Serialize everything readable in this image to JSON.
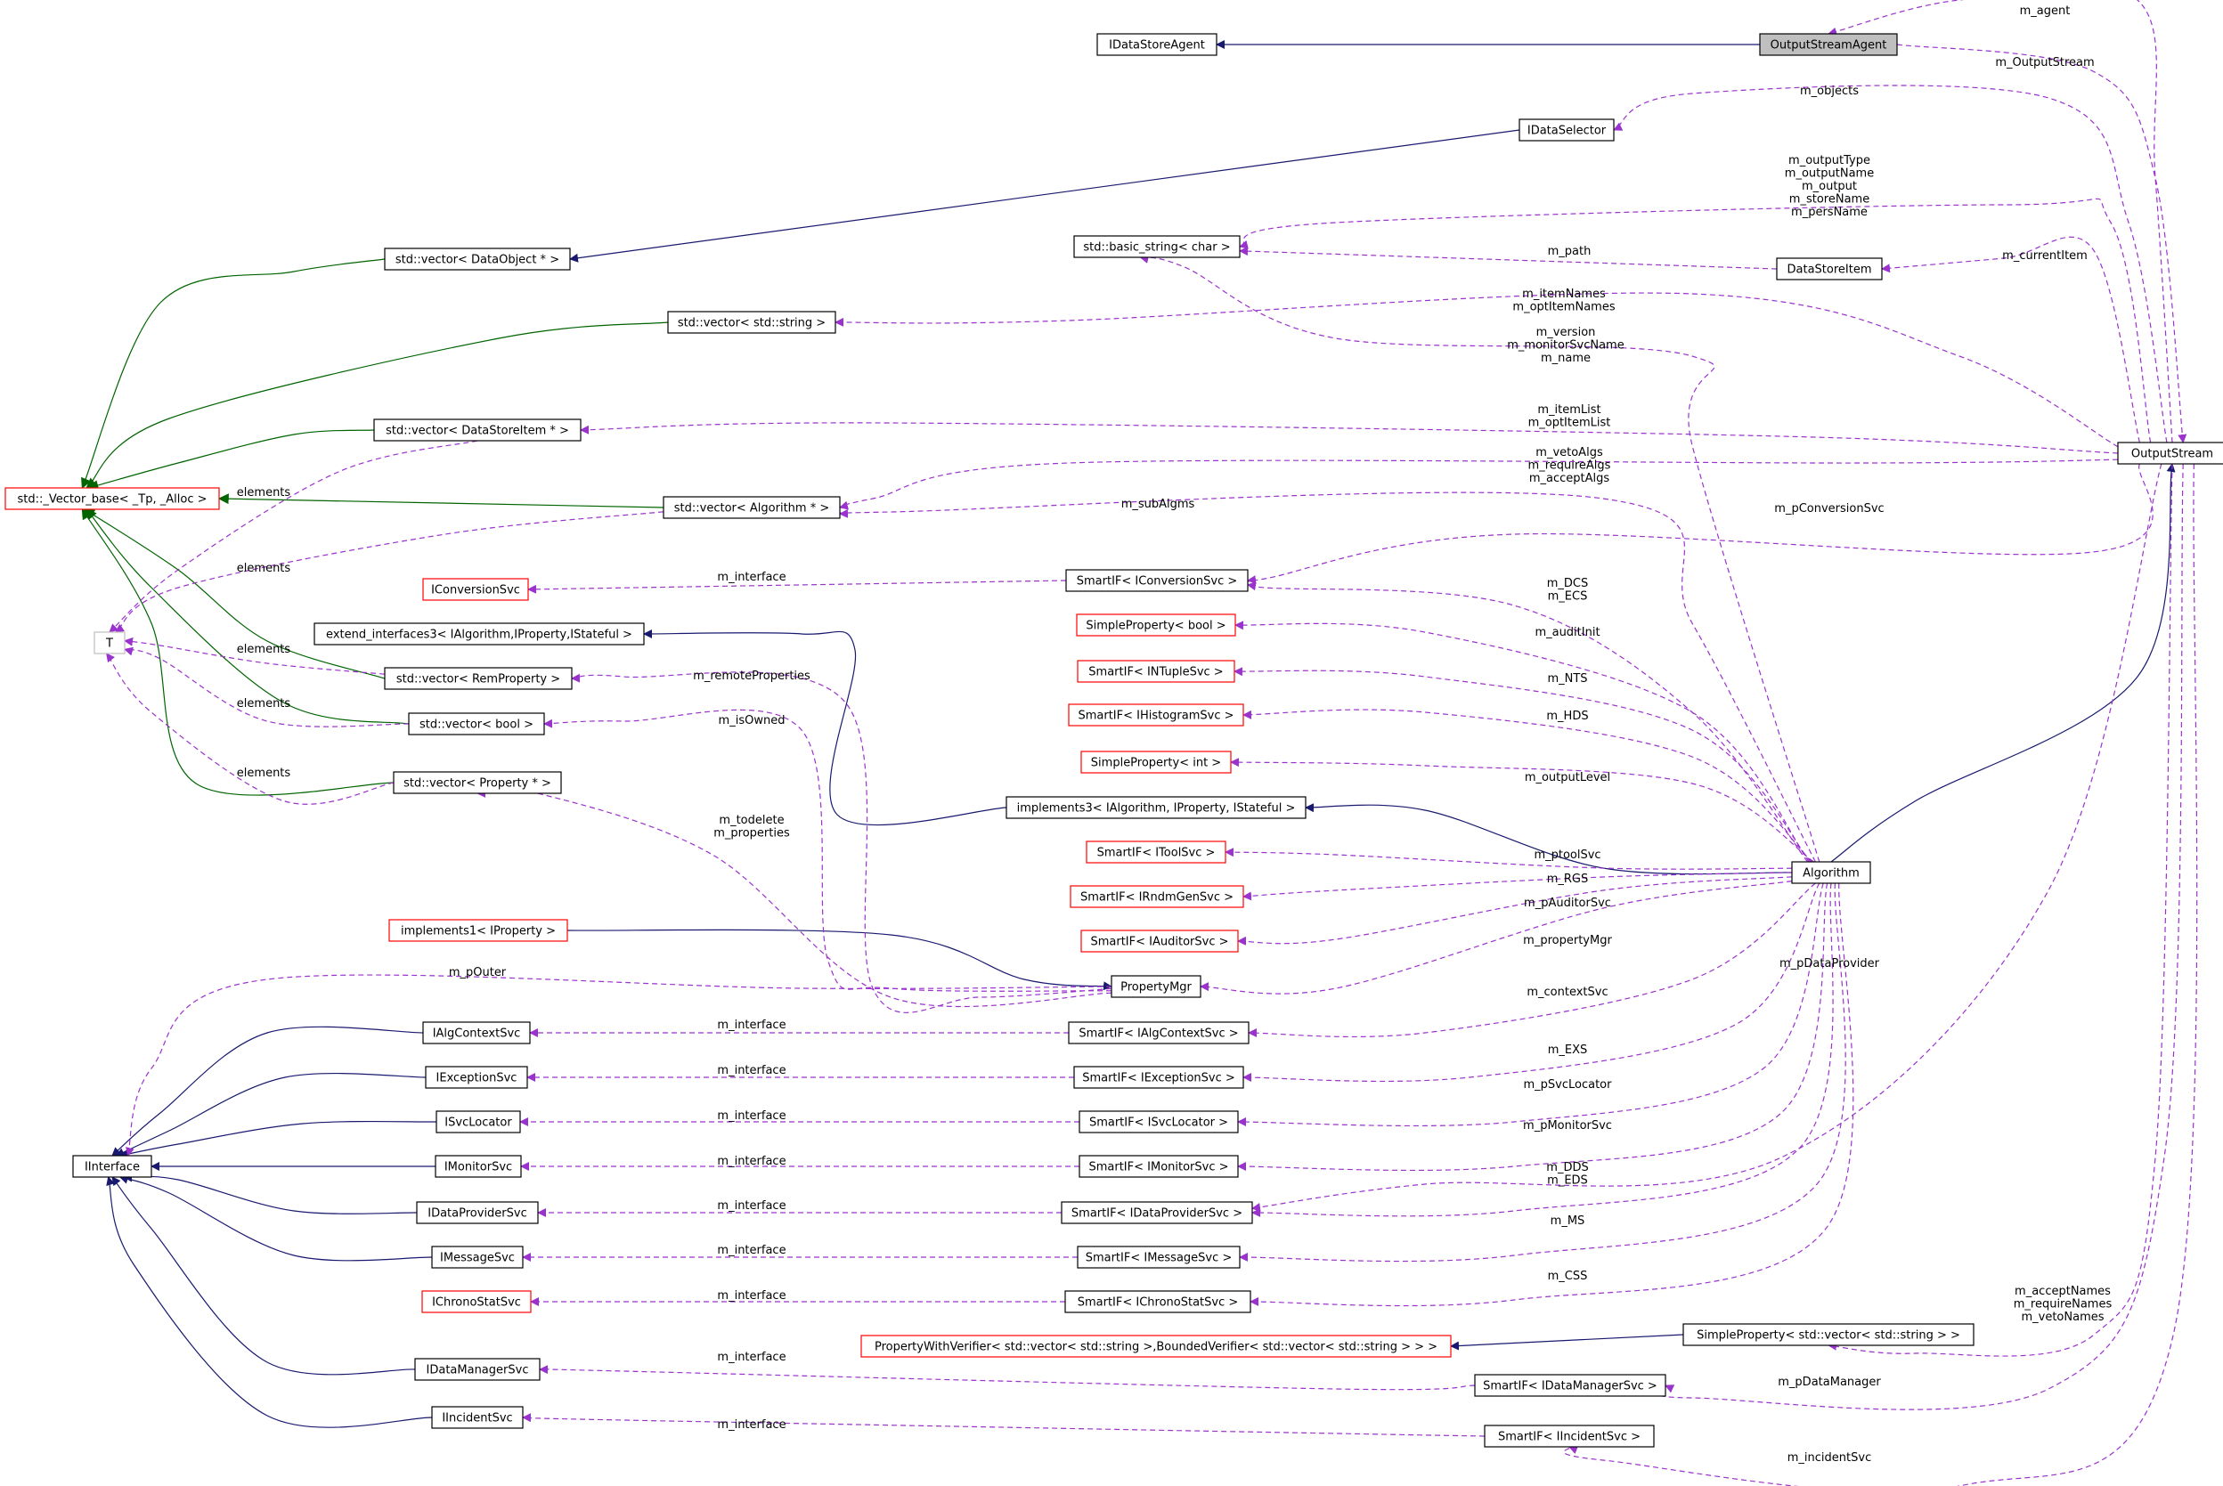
{
  "colors": {
    "node_border_normal": "#000000",
    "node_border_incomplete": "#ff0000",
    "node_fill_highlight": "#bfbfbf",
    "inheritance_public": "#191970",
    "inheritance_template": "#006400",
    "usage": "#9a32cd"
  },
  "nodes": [
    {
      "id": "IDataStoreAgent",
      "label": "IDataStoreAgent",
      "style": "normal"
    },
    {
      "id": "OutputStreamAgent",
      "label": "OutputStreamAgent",
      "style": "highlight"
    },
    {
      "id": "IDataSelector",
      "label": "IDataSelector",
      "style": "normal"
    },
    {
      "id": "vecDataObject",
      "label": "std::vector< DataObject * >",
      "style": "normal"
    },
    {
      "id": "basicString",
      "label": "std::basic_string< char >",
      "style": "normal"
    },
    {
      "id": "DataStoreItem",
      "label": "DataStoreItem",
      "style": "normal"
    },
    {
      "id": "vecString",
      "label": "std::vector< std::string >",
      "style": "normal"
    },
    {
      "id": "vecDataStoreItem",
      "label": "std::vector< DataStoreItem * >",
      "style": "normal"
    },
    {
      "id": "OutputStream",
      "label": "OutputStream",
      "style": "normal"
    },
    {
      "id": "VectorBase",
      "label": "std::_Vector_base< _Tp, _Alloc >",
      "style": "incomplete"
    },
    {
      "id": "vecAlgorithm",
      "label": "std::vector< Algorithm * >",
      "style": "normal"
    },
    {
      "id": "IConversionSvc",
      "label": "IConversionSvc",
      "style": "incomplete"
    },
    {
      "id": "SmartIFConversion",
      "label": "SmartIF< IConversionSvc >",
      "style": "normal"
    },
    {
      "id": "T",
      "label": "T",
      "style": "light"
    },
    {
      "id": "extendInterfaces3",
      "label": "extend_interfaces3< IAlgorithm,IProperty,IStateful >",
      "style": "normal"
    },
    {
      "id": "SimplePropertyBool",
      "label": "SimpleProperty< bool >",
      "style": "incomplete"
    },
    {
      "id": "vecRemProperty",
      "label": "std::vector< RemProperty >",
      "style": "normal"
    },
    {
      "id": "SmartIFNTuple",
      "label": "SmartIF< INTupleSvc >",
      "style": "incomplete"
    },
    {
      "id": "vecBool",
      "label": "std::vector< bool >",
      "style": "normal"
    },
    {
      "id": "SmartIFHistogram",
      "label": "SmartIF< IHistogramSvc >",
      "style": "incomplete"
    },
    {
      "id": "SimplePropertyInt",
      "label": "SimpleProperty< int >",
      "style": "incomplete"
    },
    {
      "id": "vecProperty",
      "label": "std::vector< Property * >",
      "style": "normal"
    },
    {
      "id": "implements3",
      "label": "implements3< IAlgorithm, IProperty, IStateful >",
      "style": "normal"
    },
    {
      "id": "SmartIFTool",
      "label": "SmartIF< IToolSvc >",
      "style": "incomplete"
    },
    {
      "id": "Algorithm",
      "label": "Algorithm",
      "style": "normal"
    },
    {
      "id": "SmartIFRndm",
      "label": "SmartIF< IRndmGenSvc >",
      "style": "incomplete"
    },
    {
      "id": "implements1",
      "label": "implements1< IProperty >",
      "style": "incomplete"
    },
    {
      "id": "SmartIFAuditor",
      "label": "SmartIF< IAuditorSvc >",
      "style": "incomplete"
    },
    {
      "id": "PropertyMgr",
      "label": "PropertyMgr",
      "style": "normal"
    },
    {
      "id": "IAlgContextSvc",
      "label": "IAlgContextSvc",
      "style": "normal"
    },
    {
      "id": "SmartIFAlgContext",
      "label": "SmartIF< IAlgContextSvc >",
      "style": "normal"
    },
    {
      "id": "IExceptionSvc",
      "label": "IExceptionSvc",
      "style": "normal"
    },
    {
      "id": "SmartIFException",
      "label": "SmartIF< IExceptionSvc >",
      "style": "normal"
    },
    {
      "id": "ISvcLocator",
      "label": "ISvcLocator",
      "style": "normal"
    },
    {
      "id": "SmartIFSvcLocator",
      "label": "SmartIF< ISvcLocator >",
      "style": "normal"
    },
    {
      "id": "IInterface",
      "label": "IInterface",
      "style": "normal"
    },
    {
      "id": "IMonitorSvc",
      "label": "IMonitorSvc",
      "style": "normal"
    },
    {
      "id": "SmartIFMonitor",
      "label": "SmartIF< IMonitorSvc >",
      "style": "normal"
    },
    {
      "id": "IDataProviderSvc",
      "label": "IDataProviderSvc",
      "style": "normal"
    },
    {
      "id": "SmartIFDataProvider",
      "label": "SmartIF< IDataProviderSvc >",
      "style": "normal"
    },
    {
      "id": "IMessageSvc",
      "label": "IMessageSvc",
      "style": "normal"
    },
    {
      "id": "SmartIFMessage",
      "label": "SmartIF< IMessageSvc >",
      "style": "normal"
    },
    {
      "id": "IChronoStatSvc",
      "label": "IChronoStatSvc",
      "style": "incomplete"
    },
    {
      "id": "SmartIFChrono",
      "label": "SmartIF< IChronoStatSvc >",
      "style": "normal"
    },
    {
      "id": "PropertyWithVerifier",
      "label": "PropertyWithVerifier< std::vector< std::string >,BoundedVerifier< std::vector< std::string > > >",
      "style": "incomplete"
    },
    {
      "id": "SimplePropertyVecString",
      "label": "SimpleProperty< std::vector< std::string > >",
      "style": "normal"
    },
    {
      "id": "IDataManagerSvc",
      "label": "IDataManagerSvc",
      "style": "normal"
    },
    {
      "id": "SmartIFDataManager",
      "label": "SmartIF< IDataManagerSvc >",
      "style": "normal"
    },
    {
      "id": "IIncidentSvc",
      "label": "IIncidentSvc",
      "style": "normal"
    },
    {
      "id": "SmartIFIncident",
      "label": "SmartIF< IIncidentSvc >",
      "style": "normal"
    }
  ],
  "edge_labels": [
    {
      "id": "lbl_agent",
      "lines": [
        "m_agent"
      ]
    },
    {
      "id": "lbl_outputstream",
      "lines": [
        "m_OutputStream"
      ]
    },
    {
      "id": "lbl_objects",
      "lines": [
        "m_objects"
      ]
    },
    {
      "id": "lbl_outputtype",
      "lines": [
        "m_outputType",
        "m_outputName",
        "m_output",
        "m_storeName",
        "m_persName"
      ]
    },
    {
      "id": "lbl_path",
      "lines": [
        "m_path"
      ]
    },
    {
      "id": "lbl_currentitem",
      "lines": [
        "m_currentItem"
      ]
    },
    {
      "id": "lbl_itemnames",
      "lines": [
        "m_itemNames",
        "m_optItemNames"
      ]
    },
    {
      "id": "lbl_version",
      "lines": [
        "m_version",
        "m_monitorSvcName",
        "m_name"
      ]
    },
    {
      "id": "lbl_itemlist",
      "lines": [
        "m_itemList",
        "m_optItemList"
      ]
    },
    {
      "id": "lbl_vetoalgs",
      "lines": [
        "m_vetoAlgs",
        "m_requireAlgs",
        "m_acceptAlgs"
      ]
    },
    {
      "id": "lbl_elements1",
      "lines": [
        "elements"
      ]
    },
    {
      "id": "lbl_subalgms",
      "lines": [
        "m_subAlgms"
      ]
    },
    {
      "id": "lbl_pconversion",
      "lines": [
        "m_pConversionSvc"
      ]
    },
    {
      "id": "lbl_elements2",
      "lines": [
        "elements"
      ]
    },
    {
      "id": "lbl_interface_conv",
      "lines": [
        "m_interface"
      ]
    },
    {
      "id": "lbl_dcs",
      "lines": [
        "m_DCS",
        "m_ECS"
      ]
    },
    {
      "id": "lbl_auditinit",
      "lines": [
        "m_auditInit"
      ]
    },
    {
      "id": "lbl_elements3",
      "lines": [
        "elements"
      ]
    },
    {
      "id": "lbl_remoteprops",
      "lines": [
        "m_remoteProperties"
      ]
    },
    {
      "id": "lbl_nts",
      "lines": [
        "m_NTS"
      ]
    },
    {
      "id": "lbl_elements4",
      "lines": [
        "elements"
      ]
    },
    {
      "id": "lbl_isowned",
      "lines": [
        "m_isOwned"
      ]
    },
    {
      "id": "lbl_hds",
      "lines": [
        "m_HDS"
      ]
    },
    {
      "id": "lbl_elements5",
      "lines": [
        "elements"
      ]
    },
    {
      "id": "lbl_outputlevel",
      "lines": [
        "m_outputLevel"
      ]
    },
    {
      "id": "lbl_todelete",
      "lines": [
        "m_todelete",
        "m_properties"
      ]
    },
    {
      "id": "lbl_ptoolsvc",
      "lines": [
        "m_ptoolSvc"
      ]
    },
    {
      "id": "lbl_rgs",
      "lines": [
        "m_RGS"
      ]
    },
    {
      "id": "lbl_pauditor",
      "lines": [
        "m_pAuditorSvc"
      ]
    },
    {
      "id": "lbl_propertymgr",
      "lines": [
        "m_propertyMgr"
      ]
    },
    {
      "id": "lbl_pdataprovider",
      "lines": [
        "m_pDataProvider"
      ]
    },
    {
      "id": "lbl_pouter",
      "lines": [
        "m_pOuter"
      ]
    },
    {
      "id": "lbl_contextsvc",
      "lines": [
        "m_contextSvc"
      ]
    },
    {
      "id": "lbl_interface_alg",
      "lines": [
        "m_interface"
      ]
    },
    {
      "id": "lbl_exs",
      "lines": [
        "m_EXS"
      ]
    },
    {
      "id": "lbl_interface_exc",
      "lines": [
        "m_interface"
      ]
    },
    {
      "id": "lbl_psvclocator",
      "lines": [
        "m_pSvcLocator"
      ]
    },
    {
      "id": "lbl_interface_loc",
      "lines": [
        "m_interface"
      ]
    },
    {
      "id": "lbl_pmonitor",
      "lines": [
        "m_pMonitorSvc"
      ]
    },
    {
      "id": "lbl_interface_mon",
      "lines": [
        "m_interface"
      ]
    },
    {
      "id": "lbl_dds",
      "lines": [
        "m_DDS",
        "m_EDS"
      ]
    },
    {
      "id": "lbl_interface_dp",
      "lines": [
        "m_interface"
      ]
    },
    {
      "id": "lbl_ms",
      "lines": [
        "m_MS"
      ]
    },
    {
      "id": "lbl_interface_msg",
      "lines": [
        "m_interface"
      ]
    },
    {
      "id": "lbl_css",
      "lines": [
        "m_CSS"
      ]
    },
    {
      "id": "lbl_interface_chrono",
      "lines": [
        "m_interface"
      ]
    },
    {
      "id": "lbl_acceptnames",
      "lines": [
        "m_acceptNames",
        "m_requireNames",
        "m_vetoNames"
      ]
    },
    {
      "id": "lbl_interface_dm",
      "lines": [
        "m_interface"
      ]
    },
    {
      "id": "lbl_pdatamanager",
      "lines": [
        "m_pDataManager"
      ]
    },
    {
      "id": "lbl_interface_inc",
      "lines": [
        "m_interface"
      ]
    },
    {
      "id": "lbl_incidentsvc",
      "lines": [
        "m_incidentSvc"
      ]
    }
  ]
}
